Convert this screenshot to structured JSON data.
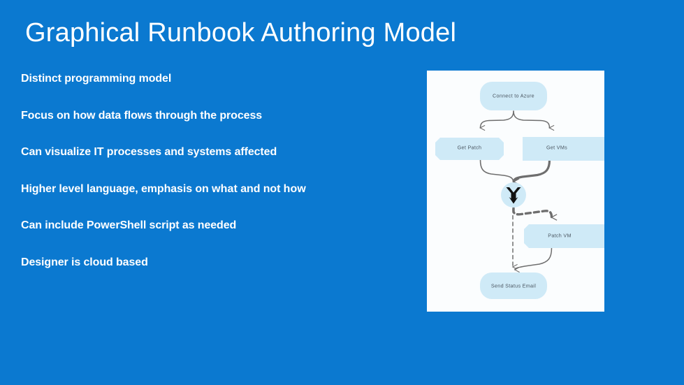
{
  "slide": {
    "title": "Graphical Runbook Authoring Model",
    "background_color": "#0b79d0",
    "text_color": "#ffffff"
  },
  "bullets": [
    {
      "id": "bullet-1",
      "text": "Distinct programming model"
    },
    {
      "id": "bullet-2",
      "text": "Focus on how data flows through the process"
    },
    {
      "id": "bullet-3",
      "text": "Can visualize IT processes and systems affected"
    },
    {
      "id": "bullet-4",
      "text": "Higher level language, emphasis on what and not how",
      "parts": {
        "lead": "Higher level language, emphasis on ",
        "emph1": "what",
        "mid": " and not ",
        "emph2": "how"
      }
    },
    {
      "id": "bullet-5",
      "text": "Can include PowerShell script as needed"
    },
    {
      "id": "bullet-6",
      "text": "Designer is cloud based"
    }
  ],
  "diagram": {
    "panel_background": "#fbfdfe",
    "node_fill": "#cfeaf7",
    "connector_color": "#6e6e6e",
    "label_color": "#4a5560",
    "nodes": [
      {
        "id": "connect-to-azure",
        "label": "Connect to Azure",
        "shape": "rounded-rect"
      },
      {
        "id": "get-patch",
        "label": "Get Patch",
        "shape": "chamfered-rect"
      },
      {
        "id": "get-vms",
        "label": "Get VMs",
        "shape": "rect"
      },
      {
        "id": "junction",
        "label": "",
        "shape": "circle",
        "glyph": "merge-junction"
      },
      {
        "id": "patch-vm",
        "label": "Patch VM",
        "shape": "chamfered-rect"
      },
      {
        "id": "send-status-email",
        "label": "Send Status Email",
        "shape": "rounded-rect"
      }
    ],
    "connectors": [
      {
        "from": "connect-to-azure",
        "to": "get-patch",
        "style": "solid"
      },
      {
        "from": "connect-to-azure",
        "to": "get-vms",
        "style": "solid"
      },
      {
        "from": "get-patch",
        "to": "junction",
        "style": "solid"
      },
      {
        "from": "get-vms",
        "to": "junction",
        "style": "solid-thick"
      },
      {
        "from": "junction",
        "to": "patch-vm",
        "style": "dashed-thick"
      },
      {
        "from": "junction",
        "to": "send-status-email",
        "style": "dashed-thin"
      },
      {
        "from": "patch-vm",
        "to": "send-status-email",
        "style": "solid"
      }
    ]
  }
}
